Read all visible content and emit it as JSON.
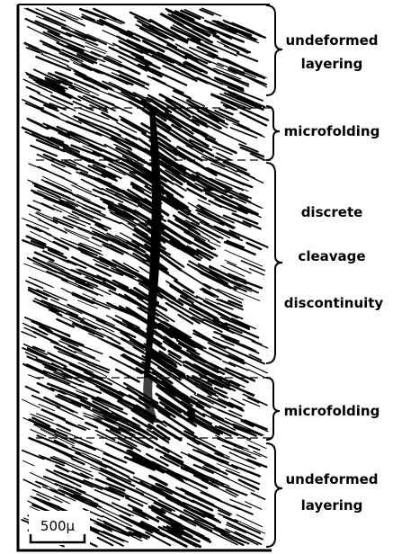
{
  "zones": [
    {
      "id": "top-undeformed",
      "lines": [
        "undeformed",
        "layering"
      ]
    },
    {
      "id": "upper-microfolding",
      "lines": [
        "microfolding"
      ]
    },
    {
      "id": "discontinuity",
      "lines": [
        "discrete",
        "cleavage",
        "discontinuity"
      ]
    },
    {
      "id": "lower-microfolding",
      "lines": [
        "microfolding"
      ]
    },
    {
      "id": "bottom-undeformed",
      "lines": [
        "undeformed",
        "layering"
      ]
    }
  ],
  "scale_bar": {
    "label": "500μ"
  },
  "colors": {
    "ink": "#000000",
    "paper": "#ffffff"
  }
}
